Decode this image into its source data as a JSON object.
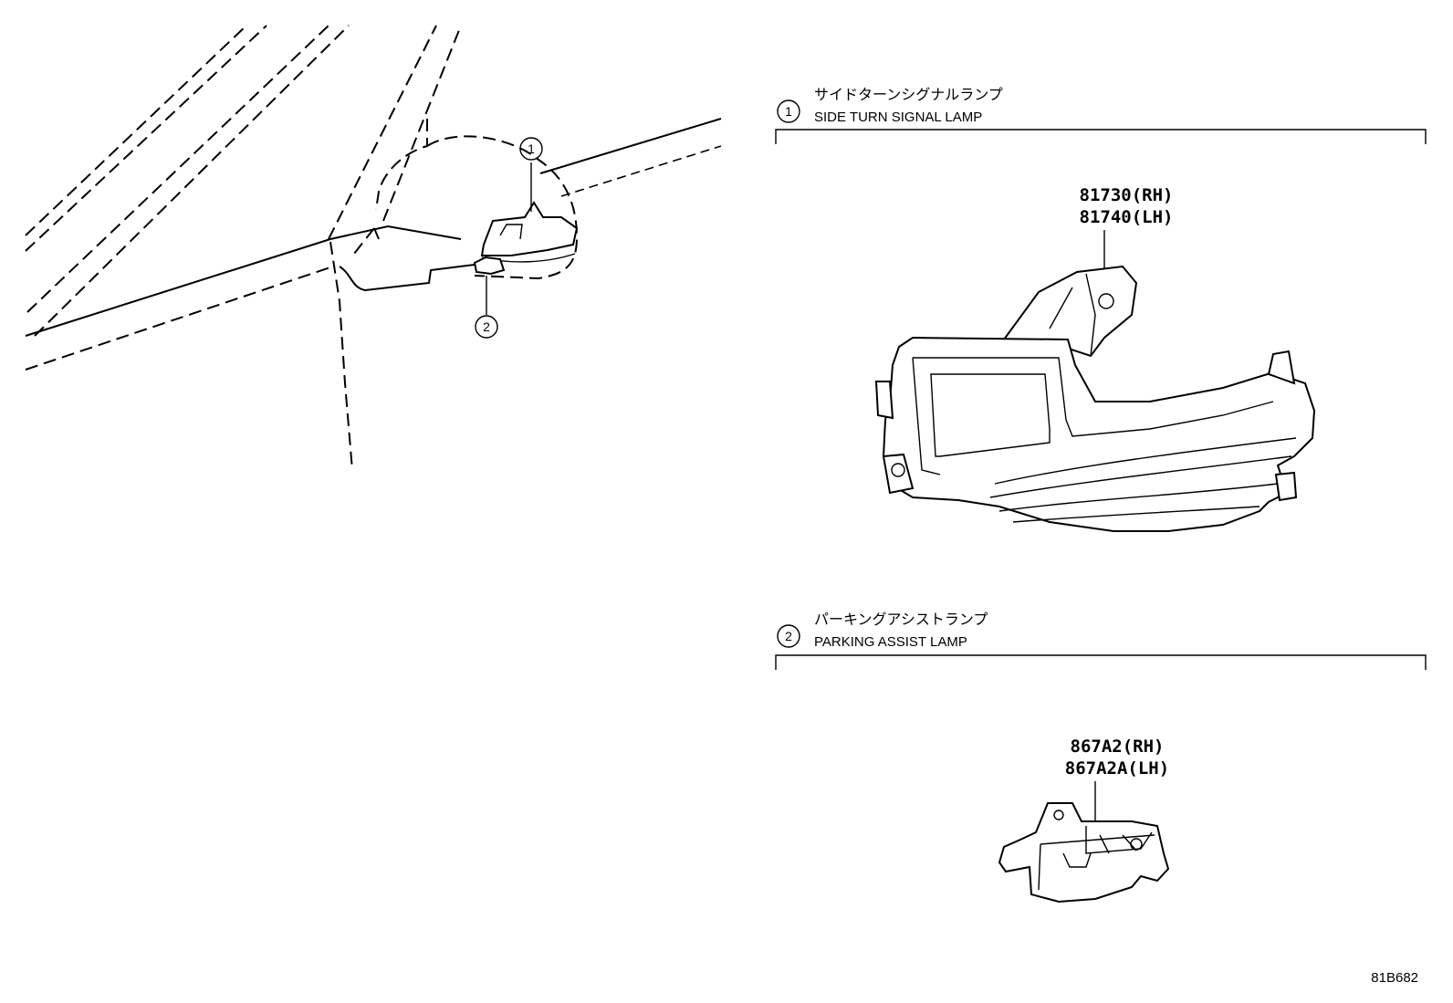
{
  "callouts": [
    {
      "number": "1",
      "title_jp": "サイドターンシグナルランプ",
      "title_en": "SIDE TURN SIGNAL LAMP",
      "part_numbers": [
        "81730(RH)",
        "81740(LH)"
      ]
    },
    {
      "number": "2",
      "title_jp": "パーキングアシストランプ",
      "title_en": "PARKING ASSIST LAMP",
      "part_numbers": [
        "867A2(RH)",
        "867A2A(LH)"
      ]
    }
  ],
  "reference_code": "81B682"
}
